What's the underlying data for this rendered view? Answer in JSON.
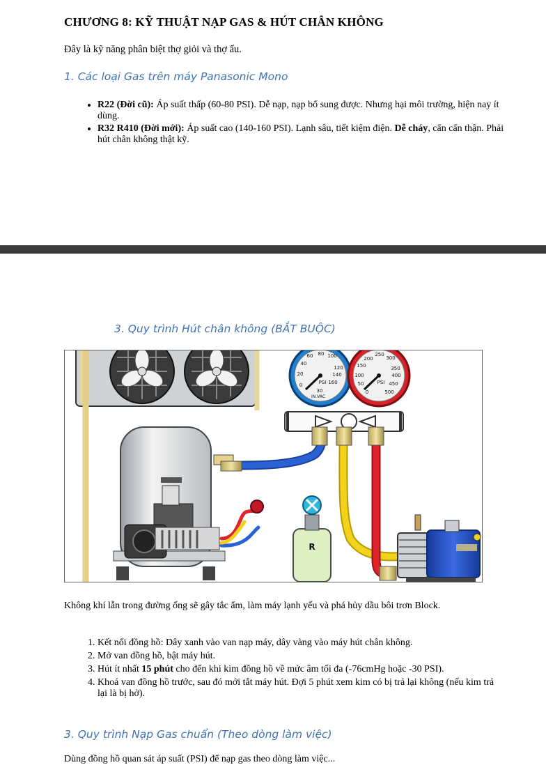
{
  "doc": {
    "title": "CHƯƠNG 8: KỸ THUẬT NẠP GAS & HÚT CHÂN KHÔNG",
    "intro": "Đây là kỹ năng phân biệt thợ giỏi và thợ ẩu.",
    "section1": {
      "heading": "1. Các loại Gas trên máy Panasonic Mono"
    },
    "gas_items": [
      {
        "label": "R22 (Đời cũ):",
        "text": " Áp suất thấp (60-80 PSI). Dễ nạp, nạp bổ sung được. Nhưng hại môi trường, hiện nay ít dùng."
      },
      {
        "label": "R32  R410 (Đời mới):",
        "text": " Áp suất cao (140-160 PSI). Lạnh sâu, tiết kiệm điện. ",
        "bold_tail": "Dễ cháy",
        "tail": ", cẩn cẩn thận. Phải hút chân không thật kỹ."
      }
    ],
    "section3": {
      "heading": "3.  Quy trình Hút chân không (BẮT BUỘC)"
    },
    "figure": {
      "low_gauge_ticks": [
        "60",
        "80",
        "100",
        "40",
        "120",
        "20",
        "140",
        "0",
        "160",
        "PSI",
        "30",
        "IN VAC"
      ],
      "high_gauge_ticks": [
        "200",
        "250",
        "300",
        "150",
        "350",
        "100",
        "400",
        "50",
        "450",
        "0",
        "500",
        "PSI"
      ],
      "tank_label": "R",
      "colors": {
        "low_hose": "#2a62d6",
        "mid_hose": "#f2d21b",
        "high_hose": "#e0242c",
        "pump": "#2855c8",
        "gauge_low": "#1f7fd1",
        "gauge_high": "#d9222a"
      }
    },
    "caption": "Không khí lẫn trong đường ống sẽ gây tắc ẩm, làm máy lạnh yếu và phá hủy dầu bôi trơn Block.",
    "steps": [
      {
        "text": "Kết nối đồng hồ: Dây xanh vào van nạp máy, dây vàng vào máy hút chân không."
      },
      {
        "text": "Mở van đồng hồ, bật máy hút."
      },
      {
        "pre": "Hút ít nhất ",
        "bold": "15 phút",
        "post": " cho đến khi kim đồng hồ về mức âm tối đa (-76cmHg hoặc -30 PSI)."
      },
      {
        "text": "Khoá van đồng hồ trước, sau đó mới tắt máy hút. Đợi 5 phút xem kim có bị trả lại không (nếu kim trả lại là bị hở)."
      }
    ],
    "section3b": {
      "heading": "3. Quy trình Nạp Gas chuẩn (Theo dòng làm việc)"
    },
    "cut_line": "Dùng đồng hồ quan sát áp suất (PSI) để nạp gas theo dòng làm việc..."
  }
}
